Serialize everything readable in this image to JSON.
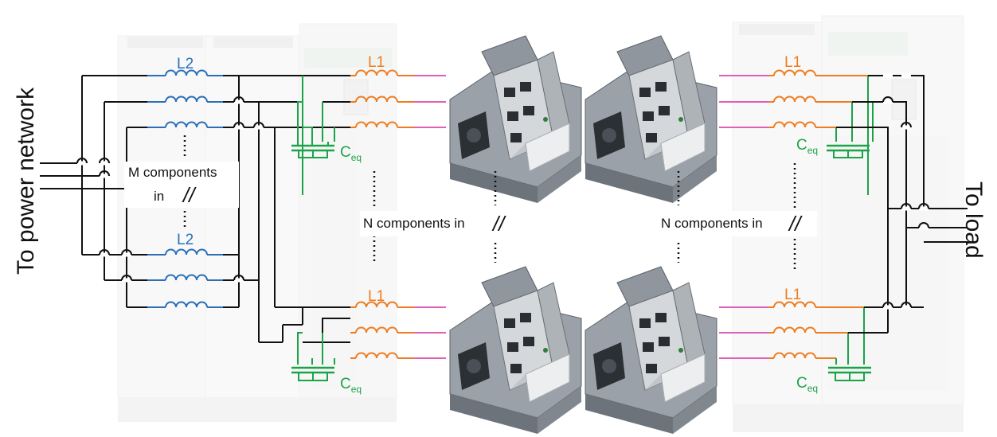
{
  "labels": {
    "left_side": "To power network",
    "right_side": "To load",
    "m_components": "M components",
    "m_in": "in",
    "parallel": "//",
    "n_components": "N components in",
    "inductor_grid": "L2",
    "inductor_conv": "L1",
    "capacitor": "C",
    "capacitor_sub": "eq"
  },
  "colors": {
    "wire": "#111111",
    "l2": "#2c6fb8",
    "l1": "#ee7d22",
    "cap": "#1ca34a",
    "converter_link": "#e060b8",
    "cabinet": "#f2f3f2",
    "cabinet_edge": "#dfe1df",
    "module_frame": "#7a8189",
    "module_plate": "#dcdfe2",
    "module_dark": "#262a2e"
  },
  "icons": {
    "converter_module": "igbt-power-module-icon",
    "cabinet": "power-cabinet-icon"
  }
}
